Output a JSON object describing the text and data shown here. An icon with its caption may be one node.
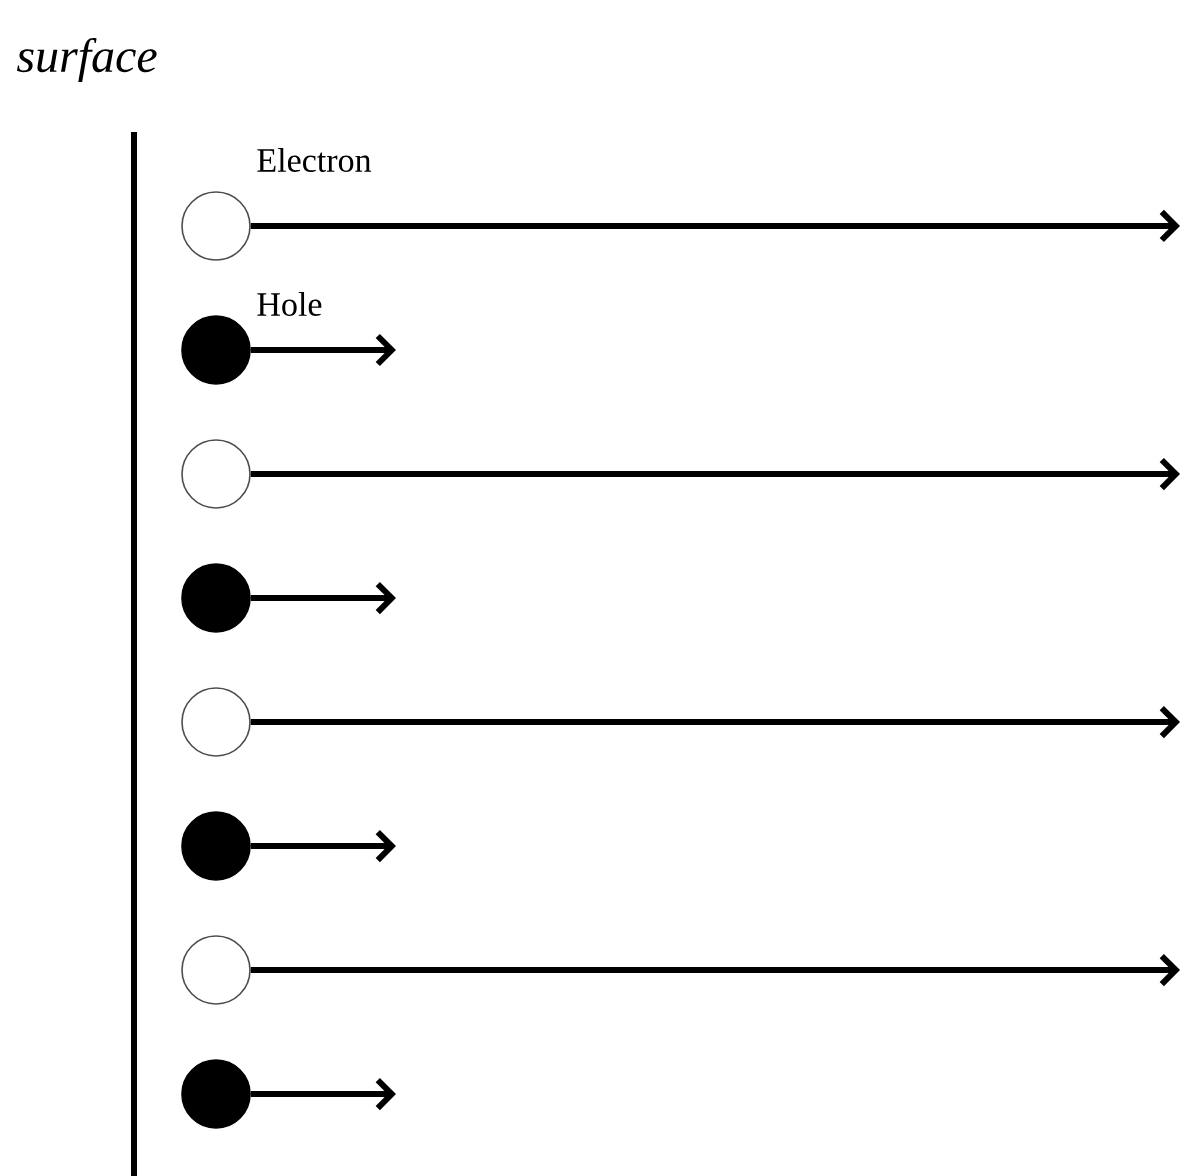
{
  "diagram": {
    "nodes": [
      {
        "text": [],
        "shape": "circle"
      },
      {
        "text": [],
        "shape": "dot"
      },
      {
        "text": [],
        "shape": "circle"
      },
      {
        "text": [],
        "shape": "dot"
      },
      {
        "text": [],
        "shape": "circle"
      },
      {
        "text": [],
        "shape": "dot"
      },
      {
        "text": [],
        "shape": "circle"
      },
      {
        "text": [],
        "shape": "dot"
      }
    ],
    "edges": [
      {
        "from": 0,
        "to": null,
        "arrow": "to"
      },
      {
        "from": 1,
        "to": null,
        "arrow": "to"
      },
      {
        "from": 2,
        "to": null,
        "arrow": "to"
      },
      {
        "from": 3,
        "to": null,
        "arrow": "to"
      },
      {
        "from": 4,
        "to": null,
        "arrow": "to"
      },
      {
        "from": 5,
        "to": null,
        "arrow": "to"
      },
      {
        "from": 6,
        "to": null,
        "arrow": "to"
      },
      {
        "from": 7,
        "to": null,
        "arrow": "to"
      }
    ],
    "labels": [
      "surface",
      "Electron",
      "Hole"
    ]
  }
}
